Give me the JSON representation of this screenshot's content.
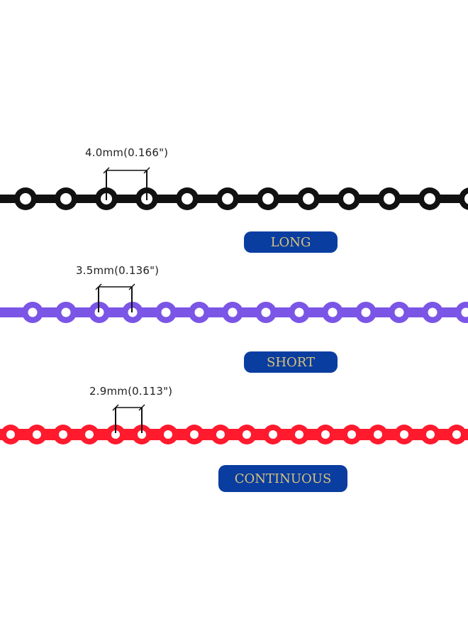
{
  "colors": {
    "background": "#ffffff",
    "badge_bg": "#0a3da0",
    "badge_text": "#d8c27a",
    "chain_black": "#111111",
    "chain_purple": "#7b55e6",
    "chain_red": "#ff1a2e"
  },
  "chains": [
    {
      "name": "long",
      "measurement": "4.0mm(0.166\")",
      "badge": "LONG",
      "color": "#111111"
    },
    {
      "name": "short",
      "measurement": "3.5mm(0.136\")",
      "badge": "SHORT",
      "color": "#7b55e6"
    },
    {
      "name": "continuous",
      "measurement": "2.9mm(0.113\")",
      "badge": "CONTINUOUS",
      "color": "#ff1a2e"
    }
  ]
}
